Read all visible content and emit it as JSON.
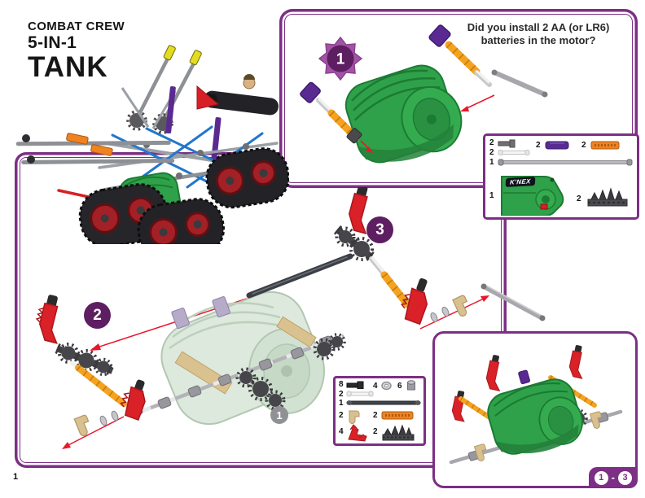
{
  "page": {
    "number": "1"
  },
  "header": {
    "series": "COMBAT CREW",
    "subtitle": "5-IN-1",
    "model": "TANK"
  },
  "colors": {
    "border_purple": "#7c2f84",
    "badge_purple": "#5e1e62",
    "arrow_red": "#e8182c",
    "knex_green": "#2fa14a",
    "part_orange": "#f08221"
  },
  "step1_panel": {
    "badge": "1",
    "question_line1": "Did you install 2 AA (or LR6)",
    "question_line2": "batteries in the motor?"
  },
  "assembly": {
    "step2_badge": "2",
    "step3_badge": "3",
    "ghost_badge": "1"
  },
  "parts_step1": {
    "motor_logo": "K'NEX",
    "items": [
      {
        "qty": "2",
        "part": "gray-clip-connector"
      },
      {
        "qty": "2",
        "part": "purple-clip-connector"
      },
      {
        "qty": "2",
        "part": "orange-connector"
      },
      {
        "qty": "2",
        "part": "white-rod"
      },
      {
        "qty": "1",
        "part": "gray-rod-long"
      },
      {
        "qty": "1",
        "part": "green-motor"
      },
      {
        "qty": "2",
        "part": "track-tread-segment"
      }
    ]
  },
  "parts_steps23": {
    "items": [
      {
        "qty": "8",
        "part": "black-clip-connector"
      },
      {
        "qty": "4",
        "part": "gray-washer"
      },
      {
        "qty": "6",
        "part": "gray-spacer"
      },
      {
        "qty": "2",
        "part": "white-rod"
      },
      {
        "qty": "1",
        "part": "dark-rod-long"
      },
      {
        "qty": "2",
        "part": "tan-clip"
      },
      {
        "qty": "2",
        "part": "orange-connector"
      },
      {
        "qty": "4",
        "part": "red-angle-connector"
      },
      {
        "qty": "2",
        "part": "dark-gear-connector"
      }
    ]
  },
  "result_panel": {
    "range_start": "1",
    "range_sep": "-",
    "range_end": "3"
  }
}
